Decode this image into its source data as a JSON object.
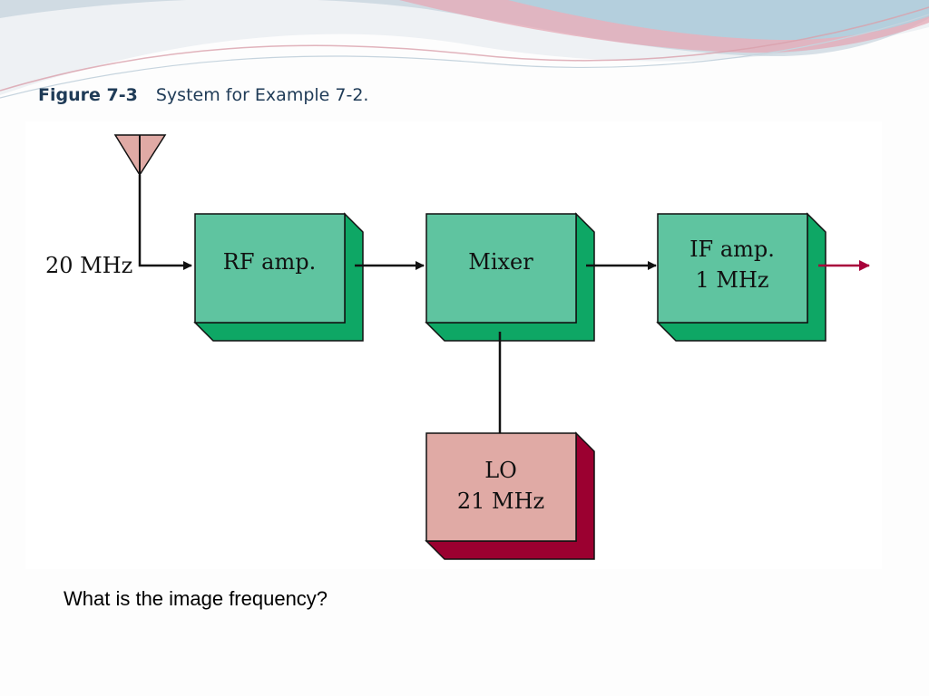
{
  "caption": {
    "figure_label": "Figure 7-3",
    "figure_title": "System for Example 7-2."
  },
  "diagram": {
    "input_label": "20 MHz",
    "rf_amp": {
      "label": "RF amp."
    },
    "mixer": {
      "label": "Mixer"
    },
    "if_amp": {
      "line1": "IF amp.",
      "line2": "1 MHz"
    },
    "lo": {
      "line1": "LO",
      "line2": "21 MHz"
    }
  },
  "question": "What is the image frequency?",
  "colors": {
    "green_face": "#5fc4a0",
    "green_side": "#0ea765",
    "pink_face": "#e0aaa5",
    "maroon_side": "#9b0030",
    "antenna_fill": "#e0aaa5",
    "output_arrow": "#a8003a",
    "caption_text": "#1f3b57"
  }
}
